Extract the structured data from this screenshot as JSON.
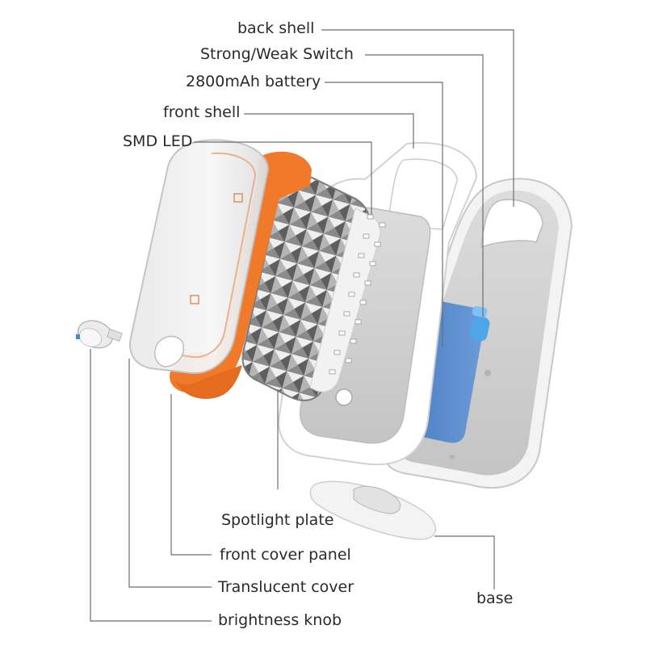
{
  "labels": {
    "back_shell": "back shell",
    "switch": "Strong/Weak Switch",
    "battery": "2800mAh battery",
    "front_shell": "front shell",
    "smd_led": "SMD LED",
    "spotlight_plate": "Spotlight plate",
    "front_cover_panel": "front cover panel",
    "translucent_cover": "Translucent cover",
    "brightness_knob": "brightness knob",
    "base": "base"
  },
  "colors": {
    "accent_orange": "#f07a2a",
    "battery_blue": "#5b8fd0",
    "switch_blue": "#4ea5e8",
    "shell_white": "#f4f4f4",
    "leader_line": "#6e6e6e"
  }
}
